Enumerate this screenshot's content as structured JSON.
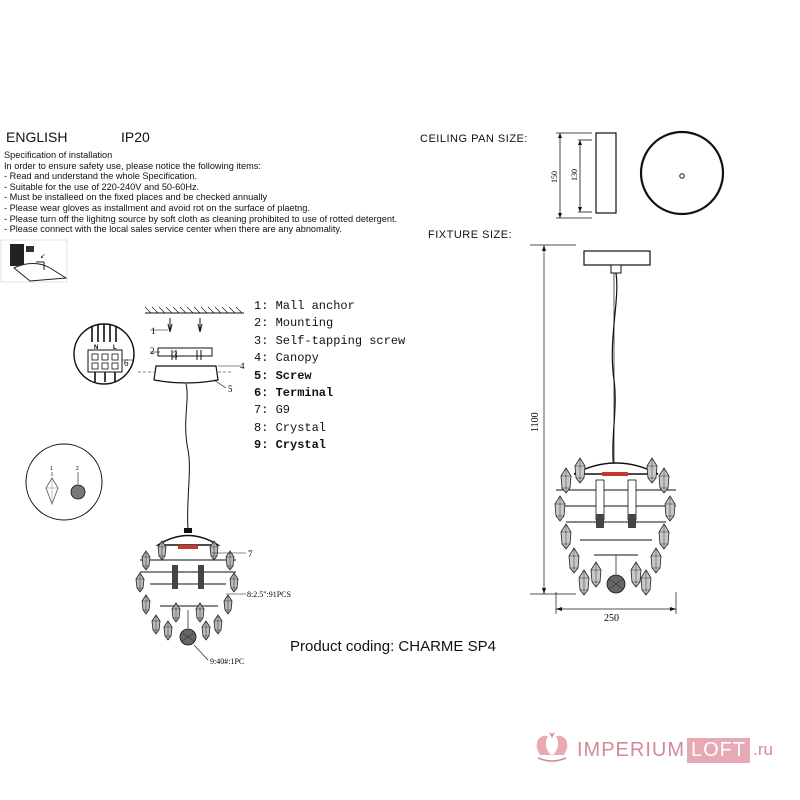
{
  "header": {
    "language": "ENGLISH",
    "ip_rating": "IP20"
  },
  "spec": {
    "title": "Specification of installation",
    "lines": [
      "In order to ensure safety use, please notice the following items:",
      "- Read and understand the whole Specification.",
      "- Suitable for the use of 220-240V and 50-60Hz.",
      "- Must be installeed on the fixed places and be checked annually",
      "- Please wear gloves as installment and avoid rot on the surface of plaetng.",
      "- Please turn off the lighitng source by soft cloth as cleaning prohibited to use of rotted detergent.",
      "- Please connect with the local sales service center when there are any abnomality."
    ]
  },
  "legend": [
    {
      "text": "1: Mall anchor",
      "bold": false
    },
    {
      "text": "2: Mounting",
      "bold": false
    },
    {
      "text": "3: Self-tapping screw",
      "bold": false
    },
    {
      "text": "4: Canopy",
      "bold": false
    },
    {
      "text": "5: Screw",
      "bold": true
    },
    {
      "text": "6: Terminal",
      "bold": true
    },
    {
      "text": "7: G9",
      "bold": false
    },
    {
      "text": "8: Crystal",
      "bold": false
    },
    {
      "text": "9: Crystal",
      "bold": true
    }
  ],
  "ceiling_pan": {
    "label": "CEILING PAN  SIZE:",
    "dim_outer": "150",
    "dim_inner": "130"
  },
  "fixture": {
    "label": "FIXTURE SIZE:",
    "height": "1100",
    "width": "250"
  },
  "callouts": {
    "c1": "1",
    "c2": "2",
    "c3": "3",
    "c4": "4",
    "c5": "5",
    "c6": "6",
    "c7": "7",
    "c8": "8:2.5\":91PCS",
    "c9": "9:40#:1PC",
    "terminal_n": "N",
    "terminal_l": "L",
    "detail_a": "1",
    "detail_b": "2"
  },
  "product_coding": "Product coding: CHARME SP4",
  "watermark": {
    "brand": "IMPERIUM",
    "loft": "LOFT",
    "domain": ".ru"
  },
  "colors": {
    "ink": "#111111",
    "watermark": "#d48a96",
    "watermark_box": "#e7a9b3",
    "bulb_red": "#c0392b"
  }
}
